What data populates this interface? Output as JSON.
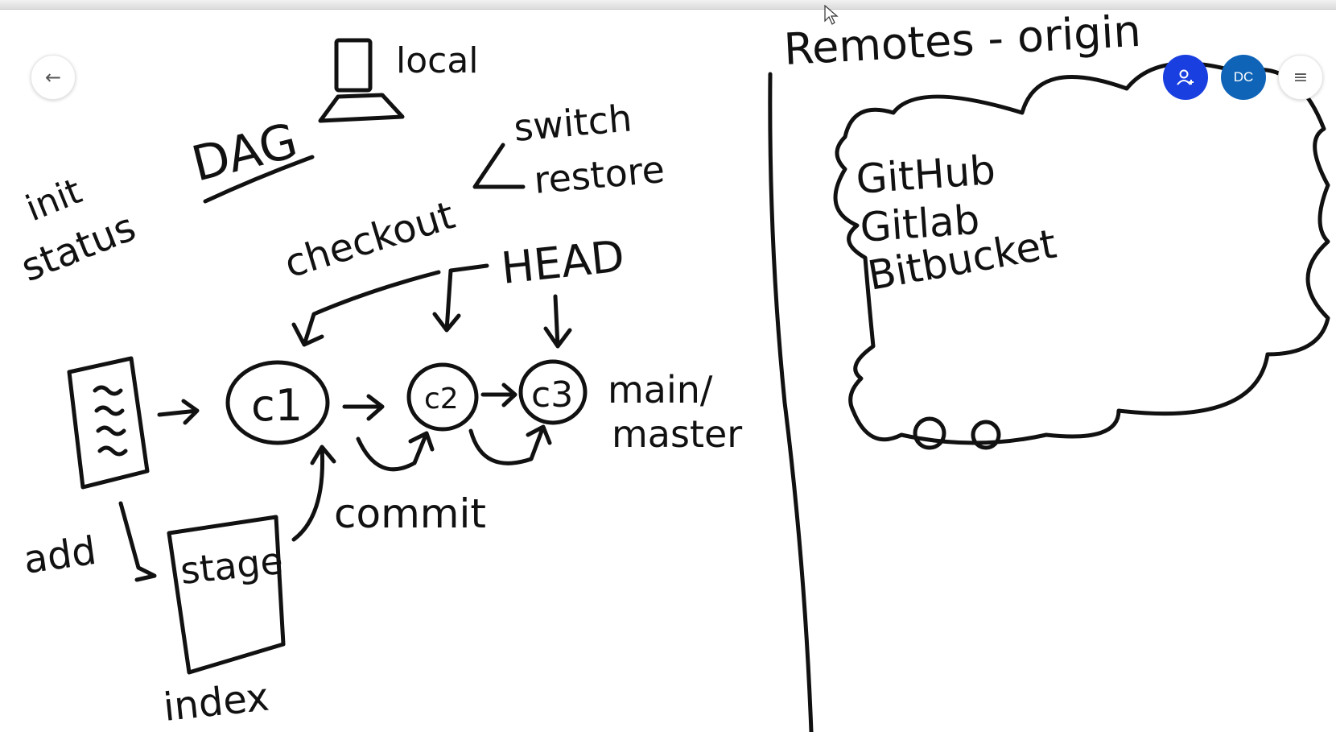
{
  "toolbar": {
    "back_icon": "←",
    "share_icon": "person-add-icon",
    "avatar_initials": "DC",
    "menu_icon": "≡"
  },
  "whiteboard": {
    "local_label": "local",
    "dag_label": "DAG",
    "init_label": "init",
    "status_label": "status",
    "switch_label": "switch",
    "restore_label": "restore",
    "checkout_label": "checkout",
    "head_label": "HEAD",
    "commit_nodes": [
      "c1",
      "c2",
      "c3"
    ],
    "branch_label_1": "main/",
    "branch_label_2": "master",
    "commit_label": "commit",
    "add_label": "add",
    "stage_label": "stage",
    "index_label": "index",
    "remotes_label": "Remotes - origin",
    "remote_hosts": [
      "GitHub",
      "Gitlab",
      "Bitbucket"
    ]
  }
}
